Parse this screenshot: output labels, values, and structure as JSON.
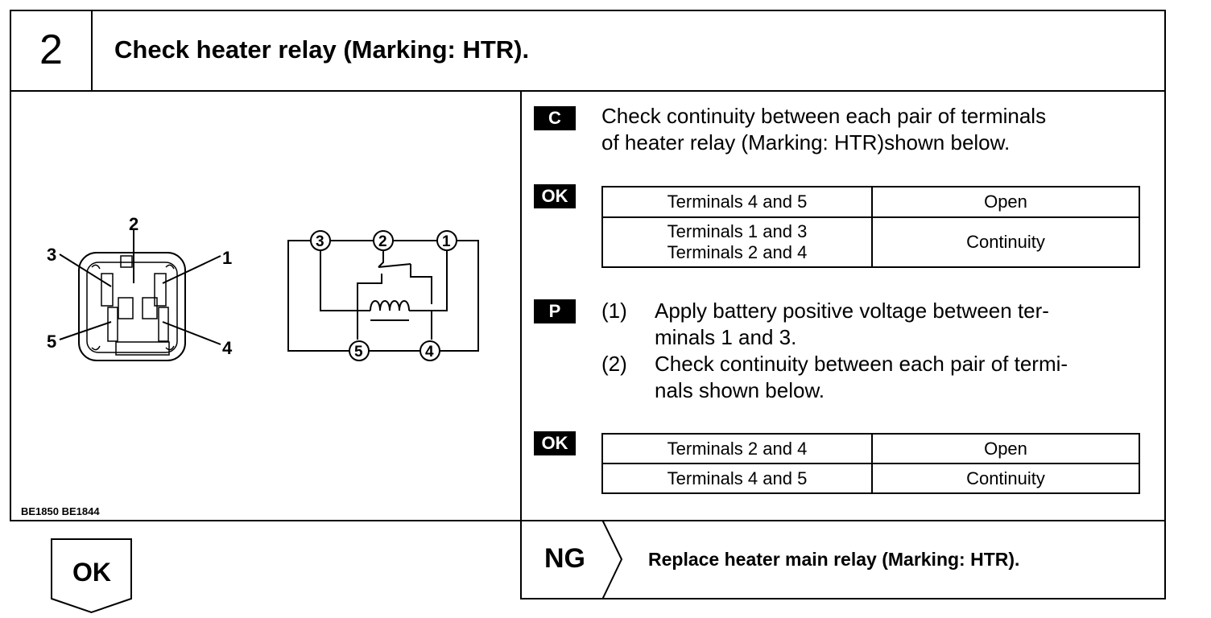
{
  "step": {
    "number": "2",
    "title": "Check heater relay (Marking: HTR)."
  },
  "figure": {
    "connector_labels": [
      "1",
      "2",
      "3",
      "4",
      "5"
    ],
    "schematic_terminals": [
      "1",
      "2",
      "3",
      "4",
      "5"
    ],
    "code": "BE1850 BE1844"
  },
  "check": {
    "tag": "C",
    "text_lines": [
      "Check continuity between each pair of terminals",
      "of heater relay  (Marking: HTR)shown below."
    ],
    "ok_tag": "OK",
    "table": [
      {
        "terminals": [
          "Terminals 4 and 5"
        ],
        "result": "Open"
      },
      {
        "terminals": [
          "Terminals 1 and 3",
          "Terminals 2 and 4"
        ],
        "result": "Continuity"
      }
    ]
  },
  "power": {
    "tag": "P",
    "steps": [
      {
        "num": "(1)",
        "lines": [
          "Apply battery positive voltage between ter-",
          "minals 1 and 3."
        ]
      },
      {
        "num": "(2)",
        "lines": [
          "Check continuity between each pair of termi-",
          "nals shown below."
        ]
      }
    ],
    "ok_tag": "OK",
    "table": [
      {
        "terminals": "Terminals 2 and 4",
        "result": "Open"
      },
      {
        "terminals": "Terminals 4 and 5",
        "result": "Continuity"
      }
    ]
  },
  "ng": {
    "label": "NG",
    "action": "Replace heater main relay (Marking: HTR)."
  },
  "ok": {
    "label": "OK"
  }
}
